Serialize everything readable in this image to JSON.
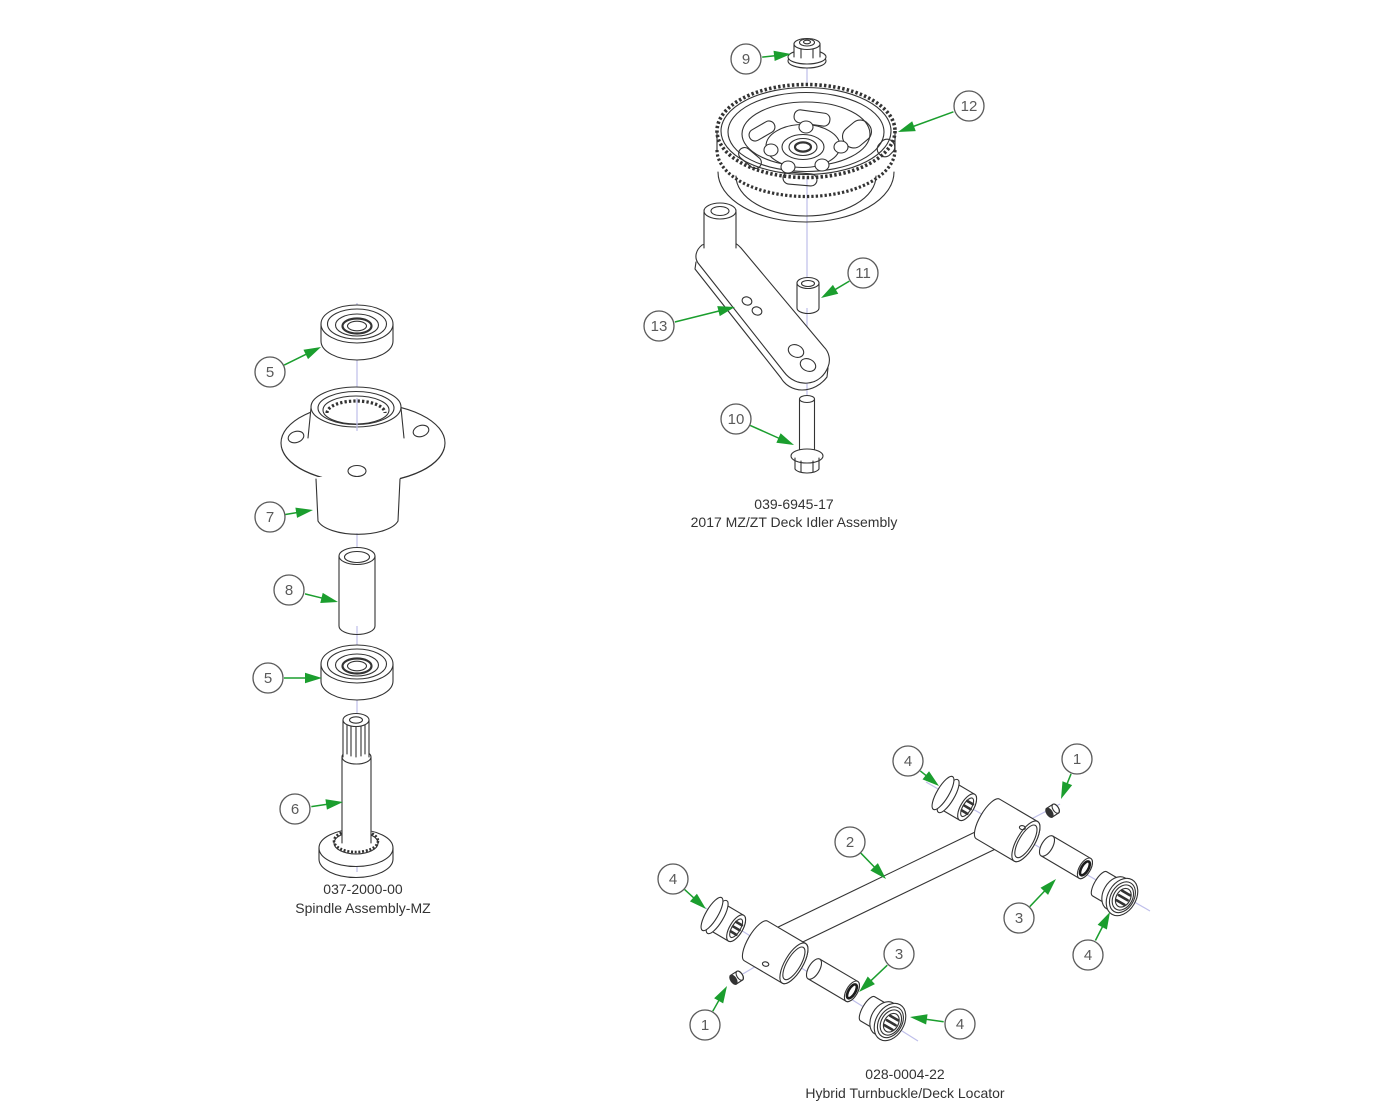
{
  "canvas": {
    "background": "#ffffff",
    "line_color": "#333333",
    "arrow_green": "#1b9e2e",
    "centerline_color": "#bfbfea",
    "callout_color": "#5a5a5a"
  },
  "idler": {
    "part_number": "039-6945-17",
    "title": "2017 MZ/ZT Deck Idler Assembly",
    "callouts": {
      "nut": "9",
      "bolt": "10",
      "spacer": "11",
      "pulley": "12",
      "arm": "13"
    }
  },
  "spindle": {
    "part_number": "037-2000-00",
    "title": "Spindle Assembly-MZ",
    "callouts": {
      "bearing_upper": "5",
      "bearing_lower": "5",
      "shaft": "6",
      "housing": "7",
      "spacer": "8"
    }
  },
  "turnbuckle": {
    "part_number": "028-0004-22",
    "title": "Hybrid Turnbuckle/Deck Locator",
    "callouts": {
      "set_screw_upper": "1",
      "set_screw_lower": "1",
      "tube": "2",
      "spacer_upper": "3",
      "spacer_lower": "3",
      "bushing_top": "4",
      "bushing_left": "4",
      "bushing_right": "4",
      "bushing_bottom": "4"
    }
  }
}
